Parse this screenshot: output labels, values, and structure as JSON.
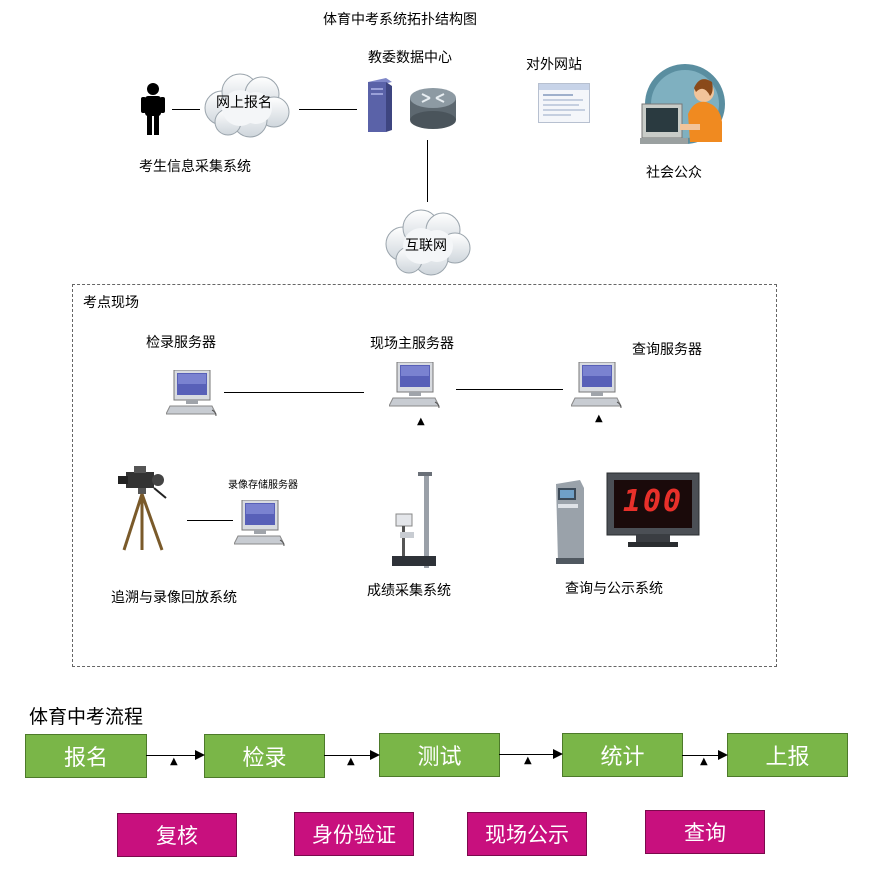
{
  "title": "体育中考系统拓扑结构图",
  "top": {
    "cloud_online_signup": "网上报名",
    "examinee_system": "考生信息采集系统",
    "data_center": "教委数据中心",
    "external_site": "对外网站",
    "public": "社会公众",
    "internet": "互联网"
  },
  "site": {
    "label": "考点现场",
    "checkin_server": "检录服务器",
    "main_server": "现场主服务器",
    "query_server": "查询服务器",
    "video_storage_server": "录像存储服务器",
    "trace_system": "追溯与录像回放系统",
    "score_system": "成绩采集系统",
    "query_publish_system": "查询与公示系统",
    "display_value": "100"
  },
  "flow": {
    "title": "体育中考流程",
    "steps": [
      "报名",
      "检录",
      "测试",
      "统计",
      "上报"
    ],
    "sub_steps": [
      "复核",
      "身份验证",
      "现场公示",
      "查询"
    ]
  },
  "colors": {
    "flow_step": "#7ab648",
    "flow_sub": "#c8107e"
  }
}
